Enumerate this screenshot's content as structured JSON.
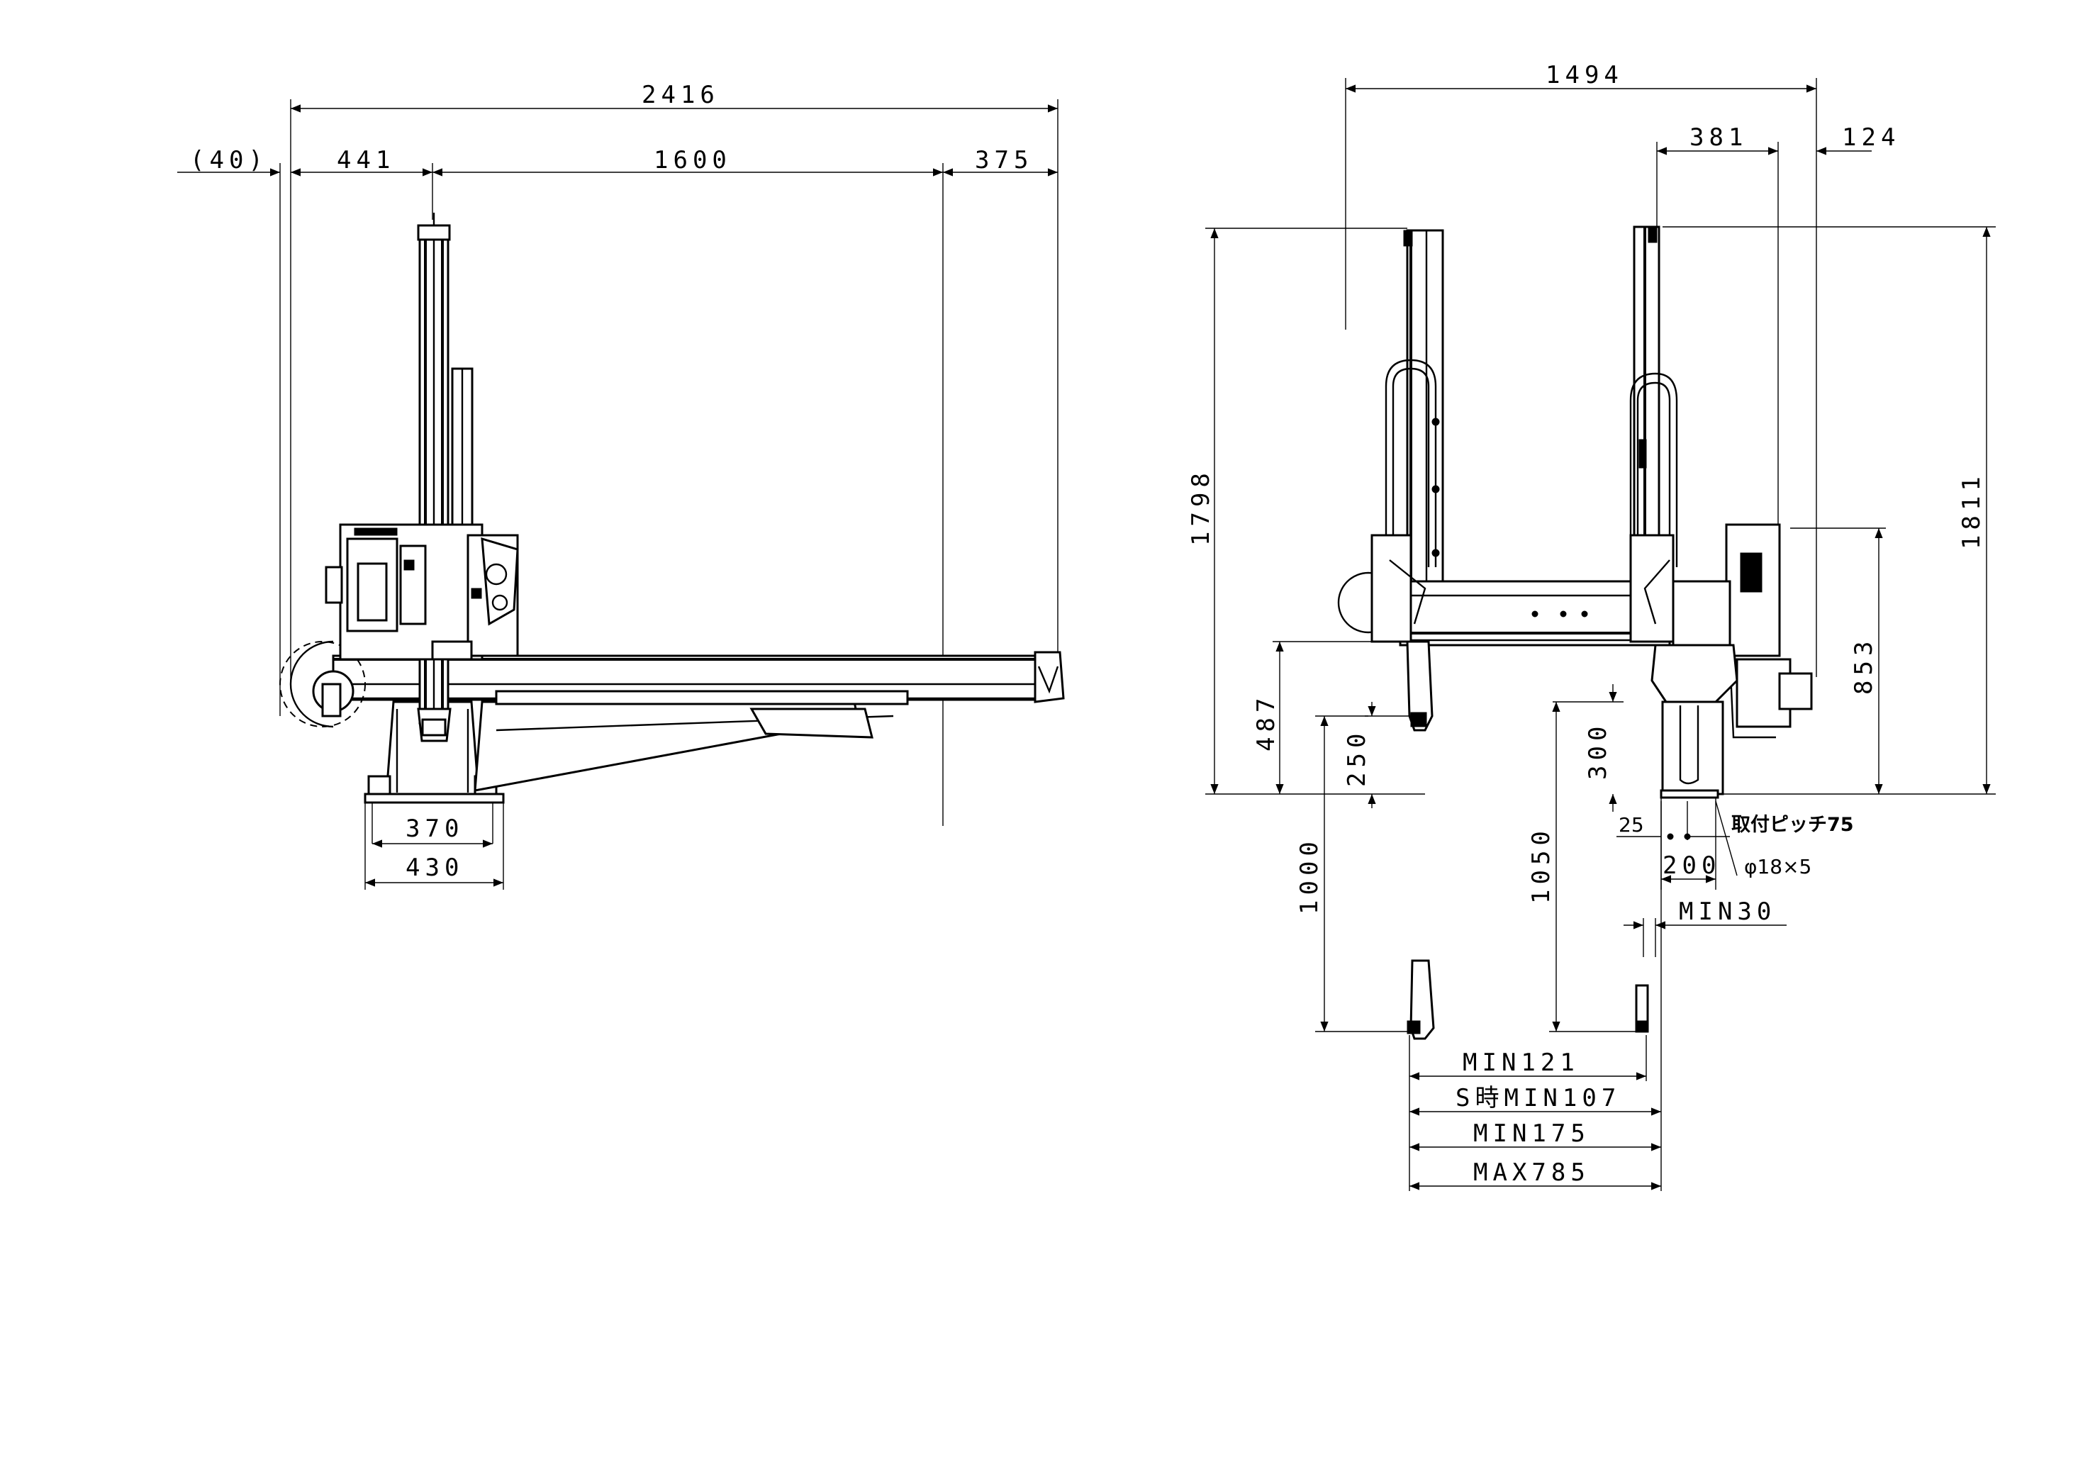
{
  "side_view": {
    "dims": {
      "total_width": "2416",
      "offset_left": "(40)",
      "left_section": "441",
      "stroke_length": "1600",
      "right_section": "375",
      "base_inner": "370",
      "base_outer": "430"
    }
  },
  "front_view": {
    "dims": {
      "total_width": "1494",
      "upper_right_a": "381",
      "upper_right_b": "124",
      "height_left": "1798",
      "height_right": "1811",
      "column_height": "853",
      "beam_height": "487",
      "arm_offset_left": "250",
      "arm_offset_right": "300",
      "vertical_stroke_left": "1000",
      "vertical_stroke_right": "1050",
      "bolt_offset": "25",
      "bolt_span": "200",
      "mounting_pitch": "取付ピッチ75",
      "bolt_holes": "φ18×5",
      "min_gap": "MIN30",
      "min_121": "MIN121",
      "s_min_107": "S時MIN107",
      "min_175": "MIN175",
      "max_785": "MAX785"
    }
  }
}
